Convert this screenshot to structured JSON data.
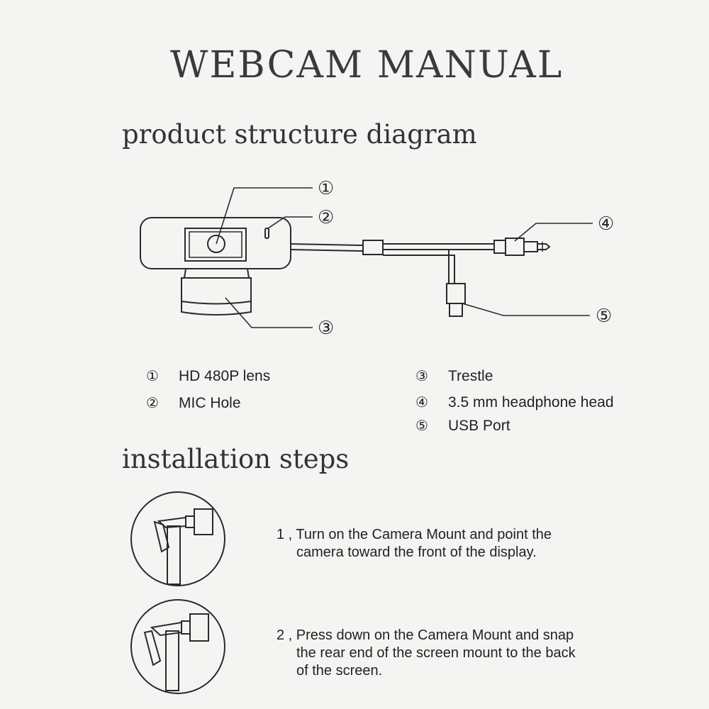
{
  "title": "WEBCAM MANUAL",
  "sections": {
    "structure": "product structure diagram",
    "install": "installation steps"
  },
  "callouts": [
    "①",
    "②",
    "③",
    "④",
    "⑤"
  ],
  "legend": [
    {
      "num": "①",
      "text": "HD 480P lens"
    },
    {
      "num": "②",
      "text": "MIC Hole"
    },
    {
      "num": "③",
      "text": "Trestle"
    },
    {
      "num": "④",
      "text": "3.5 mm headphone head"
    },
    {
      "num": "⑤",
      "text": "USB Port"
    }
  ],
  "steps": [
    {
      "line1": "1 , Turn on the Camera Mount and point the",
      "line2": "camera toward the front of the display.",
      "line3": ""
    },
    {
      "line1": "2 , Press down on the Camera Mount and snap",
      "line2": "the rear end of the screen mount to the back",
      "line3": "of the screen."
    }
  ]
}
